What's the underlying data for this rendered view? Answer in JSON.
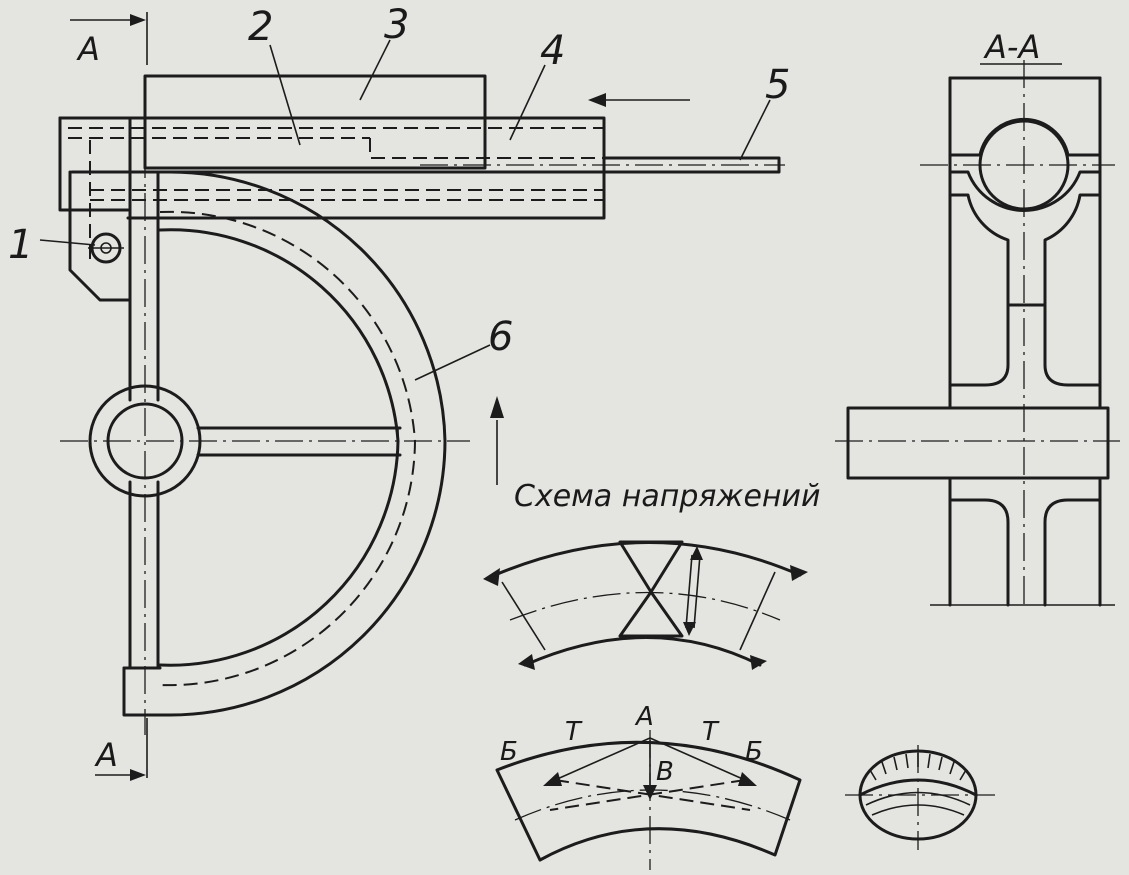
{
  "section_mark": "A",
  "section_title": "А-А",
  "stress_title": "Схема напряжений",
  "part_labels": [
    "1",
    "2",
    "3",
    "4",
    "5",
    "6"
  ],
  "stress_labels": {
    "a": "А",
    "b_left": "Б",
    "t_left": "Т",
    "t_right": "Т",
    "b_right": "Б",
    "v": "В"
  },
  "colors": {
    "paper": "#e4e4e0",
    "ink": "#1c1c1c"
  }
}
